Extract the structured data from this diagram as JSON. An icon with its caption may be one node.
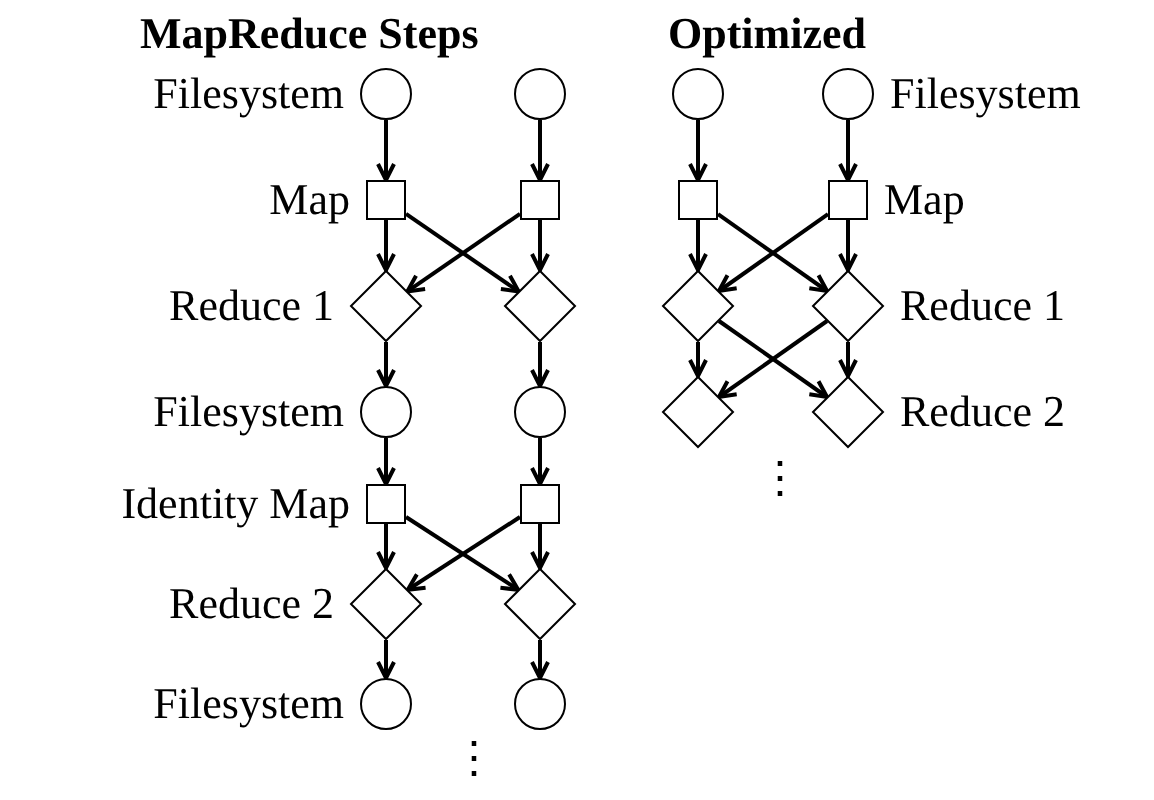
{
  "diagram": {
    "nodes": [
      {
        "text": [],
        "shape": "circle",
        "beside": [
          "Filesystem"
        ]
      },
      {
        "text": [],
        "shape": "circle"
      },
      {
        "text": [],
        "shape": "box",
        "beside": [
          "Map"
        ]
      },
      {
        "text": [],
        "shape": "box"
      },
      {
        "text": [],
        "shape": "diamond",
        "beside": [
          "Reduce 1"
        ]
      },
      {
        "text": [],
        "shape": "diamond"
      },
      {
        "text": [],
        "shape": "circle",
        "beside": [
          "Filesystem"
        ]
      },
      {
        "text": [],
        "shape": "circle"
      },
      {
        "text": [],
        "shape": "box",
        "beside": [
          "Identity Map"
        ]
      },
      {
        "text": [],
        "shape": "box"
      },
      {
        "text": [],
        "shape": "diamond",
        "beside": [
          "Reduce 2"
        ]
      },
      {
        "text": [],
        "shape": "diamond"
      },
      {
        "text": [],
        "shape": "circle",
        "beside": [
          "Filesystem"
        ]
      },
      {
        "text": [],
        "shape": "circle"
      },
      {
        "text": [],
        "shape": "circle"
      },
      {
        "text": [],
        "shape": "circle",
        "beside": [
          "Filesystem"
        ]
      },
      {
        "text": [],
        "shape": "box"
      },
      {
        "text": [],
        "shape": "box",
        "beside": [
          "Map"
        ]
      },
      {
        "text": [],
        "shape": "diamond"
      },
      {
        "text": [],
        "shape": "diamond",
        "beside": [
          "Reduce 1"
        ]
      },
      {
        "text": [],
        "shape": "diamond"
      },
      {
        "text": [],
        "shape": "diamond",
        "beside": [
          "Reduce 2"
        ]
      }
    ],
    "edges": [
      {
        "from": 0,
        "to": 2,
        "arrow": "to"
      },
      {
        "from": 1,
        "to": 3,
        "arrow": "to"
      },
      {
        "from": 2,
        "to": 4,
        "arrow": "to"
      },
      {
        "from": 2,
        "to": 5,
        "arrow": "to"
      },
      {
        "from": 3,
        "to": 4,
        "arrow": "to"
      },
      {
        "from": 3,
        "to": 5,
        "arrow": "to"
      },
      {
        "from": 4,
        "to": 6,
        "arrow": "to"
      },
      {
        "from": 5,
        "to": 7,
        "arrow": "to"
      },
      {
        "from": 6,
        "to": 8,
        "arrow": "to"
      },
      {
        "from": 7,
        "to": 9,
        "arrow": "to"
      },
      {
        "from": 8,
        "to": 10,
        "arrow": "to"
      },
      {
        "from": 8,
        "to": 11,
        "arrow": "to"
      },
      {
        "from": 9,
        "to": 10,
        "arrow": "to"
      },
      {
        "from": 9,
        "to": 11,
        "arrow": "to"
      },
      {
        "from": 10,
        "to": 12,
        "arrow": "to"
      },
      {
        "from": 11,
        "to": 13,
        "arrow": "to"
      },
      {
        "from": 14,
        "to": 16,
        "arrow": "to"
      },
      {
        "from": 15,
        "to": 17,
        "arrow": "to"
      },
      {
        "from": 16,
        "to": 18,
        "arrow": "to"
      },
      {
        "from": 16,
        "to": 19,
        "arrow": "to"
      },
      {
        "from": 17,
        "to": 18,
        "arrow": "to"
      },
      {
        "from": 17,
        "to": 19,
        "arrow": "to"
      },
      {
        "from": 18,
        "to": 20,
        "arrow": "to"
      },
      {
        "from": 18,
        "to": 21,
        "arrow": "to"
      },
      {
        "from": 19,
        "to": 20,
        "arrow": "to"
      },
      {
        "from": 19,
        "to": 21,
        "arrow": "to"
      }
    ],
    "labels": [
      "MapReduce Steps",
      "Optimized",
      "⋮",
      "⋮"
    ]
  }
}
